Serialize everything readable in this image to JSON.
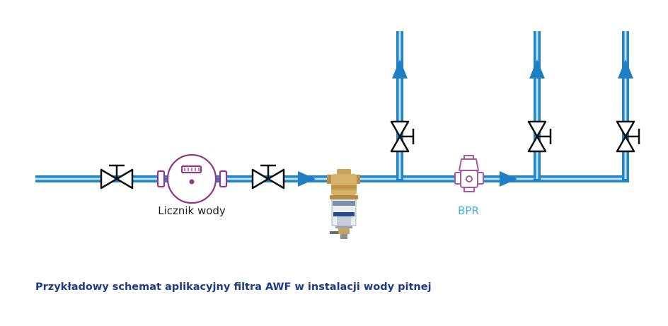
{
  "labels": {
    "meter": "Licznik wody",
    "bpr": "BPR",
    "caption": "Przykładowy schemat aplikacyjny filtra AWF w instalacji wody pitnej"
  },
  "colors": {
    "pipe_outer": "#1f84c8",
    "pipe_inner": "#bfe0f4",
    "arrow": "#1f7fc4",
    "meter": "#8e3a86",
    "bpr": "#a8589f",
    "bpr_label": "#45b0de",
    "valve": "#111111",
    "caption": "#1e3b86",
    "brass": "#c7a35c"
  },
  "icons": {
    "valve": "gate-valve-icon",
    "meter": "water-meter-icon",
    "filter": "awf-filter-icon",
    "bpr": "pressure-reducer-icon",
    "arrow": "flow-arrow-icon"
  }
}
